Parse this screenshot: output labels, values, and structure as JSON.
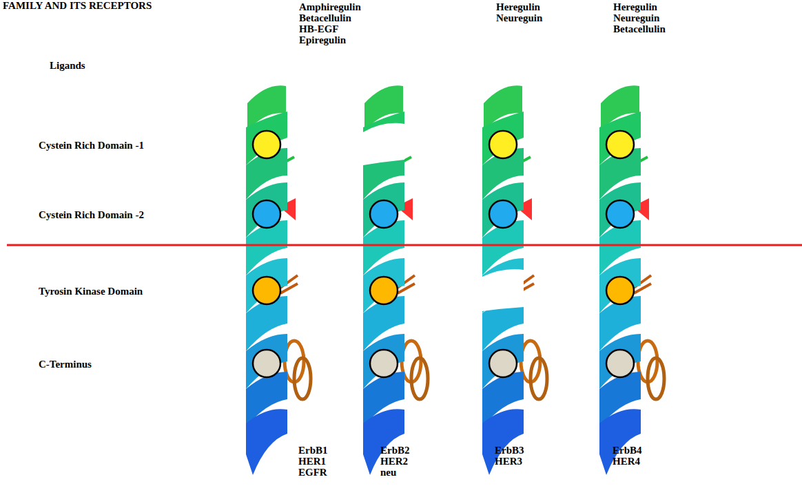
{
  "diagram": {
    "title": "FAMILY AND ITS RECEPTORS",
    "labels": [
      "Ligands",
      "Amphiregulin",
      "Betacellulin",
      "HB-EGF",
      "Epiregulin",
      "Heregulin",
      "Neureguin",
      "Heregulin",
      "Neureguin",
      "Betacellulin",
      "Cystein Rich Domain -1",
      "Cystein Rich Domain -2",
      "Tyrosin Kinase Domain",
      "C-Terminus",
      "ErbB1",
      "HER1",
      "EGFR",
      "ErbB2",
      "HER2",
      "neu",
      "ErbB3",
      "HER3",
      "ErbB4",
      "HER4"
    ]
  }
}
